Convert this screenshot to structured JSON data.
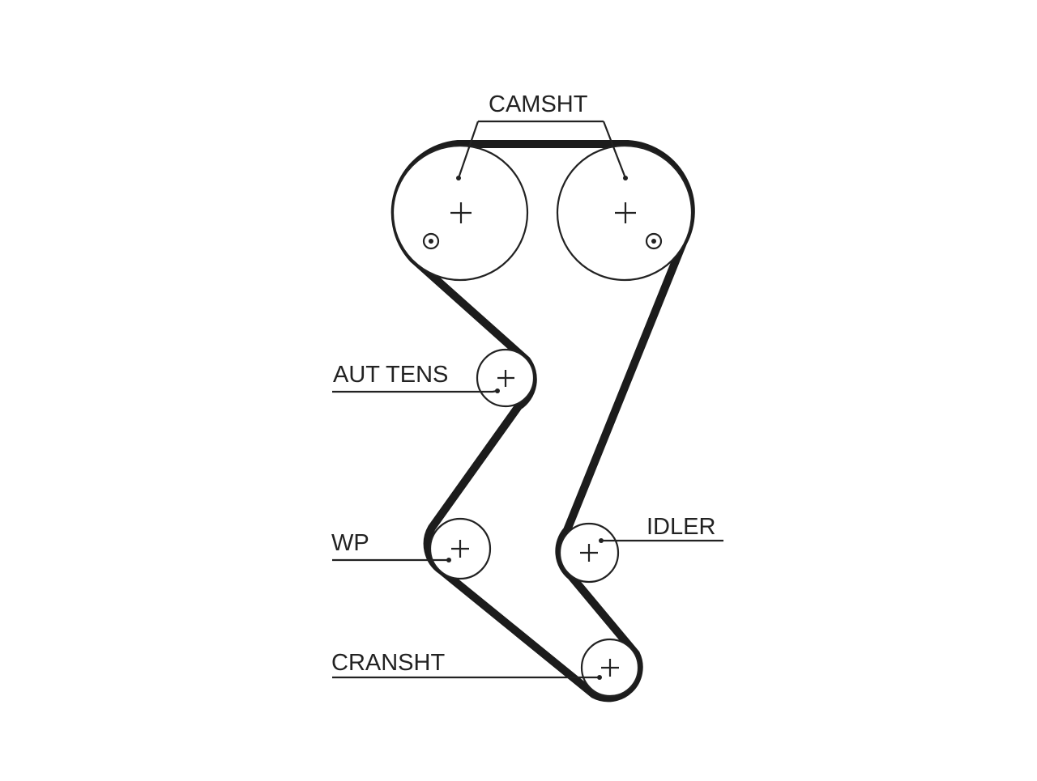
{
  "diagram": {
    "colors": {
      "belt": "#1c1c1c",
      "line": "#222222",
      "text": "#222222",
      "background": "#ffffff"
    },
    "labels": {
      "camshaft": "CAMSHT",
      "tensioner": "AUT TENS",
      "water_pump": "WP",
      "idler": "IDLER",
      "crankshaft": "CRANSHT"
    },
    "components": [
      {
        "id": "camshaft-left",
        "label_ref": "camshaft",
        "icon": "pulley-center-cross"
      },
      {
        "id": "camshaft-right",
        "label_ref": "camshaft",
        "icon": "pulley-center-cross"
      },
      {
        "id": "tensioner",
        "label_ref": "tensioner",
        "icon": "pulley-center-cross"
      },
      {
        "id": "water-pump",
        "label_ref": "water_pump",
        "icon": "pulley-center-cross"
      },
      {
        "id": "idler",
        "label_ref": "idler",
        "icon": "pulley-center-cross"
      },
      {
        "id": "crankshaft",
        "label_ref": "crankshaft",
        "icon": "pulley-center-cross"
      }
    ]
  }
}
